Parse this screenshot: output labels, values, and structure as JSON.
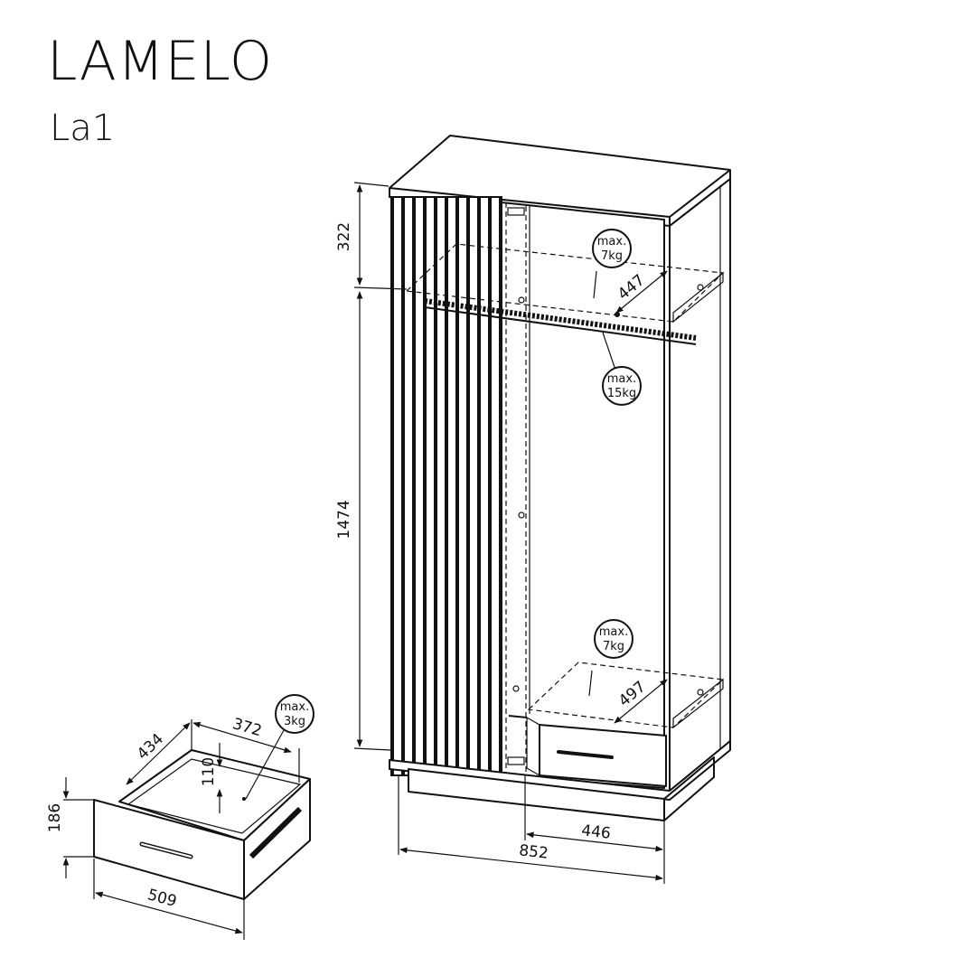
{
  "header": {
    "title": "LAMELO",
    "model": "La1"
  },
  "dimensions": {
    "top_compartment_height": "322",
    "hanging_height": "1474",
    "shelf_depth": "447",
    "bottom_shelf_depth": "497",
    "inner_width": "446",
    "total_width": "852",
    "drawer_depth": "434",
    "drawer_inner_width": "372",
    "drawer_inner_height": "110",
    "drawer_height": "186",
    "drawer_width": "509"
  },
  "load_limits": {
    "top_shelf": {
      "line1": "max.",
      "line2": "7kg"
    },
    "hanging_rail": {
      "line1": "max.",
      "line2": "15kg"
    },
    "bottom_shelf": {
      "line1": "max.",
      "line2": "7kg"
    },
    "drawer": {
      "line1": "max.",
      "line2": "3kg"
    }
  },
  "colors": {
    "line": "#111111",
    "background": "#ffffff"
  }
}
